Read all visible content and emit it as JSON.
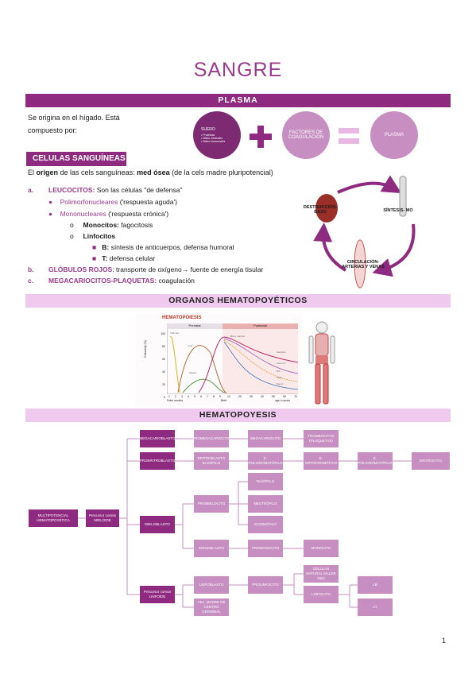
{
  "title": "SANGRE",
  "plasma": {
    "band": "PLASMA",
    "intro_line1": "Se origina en el hígado. Está",
    "intro_line2": "compuesto por:",
    "suero": {
      "title": "SUERO",
      "items": [
        "Proteínas",
        "Sales minerales",
        "Sales hormonales"
      ]
    },
    "factores": "FACTORES DE COAGULACIÓN",
    "result": "PLASMA"
  },
  "celulas": {
    "label": "CELULAS SANGUÍNEAS",
    "origin_a": "El ",
    "origin_b": "origen",
    "origin_c": " de las cels sanguíneas: ",
    "origin_d": "med ósea",
    "origin_e": " (de la cels madre pluripotencial)",
    "a_mark": "a.",
    "a_label": "LEUCOCITOS:",
    "a_text": " Son las células \"de defensa\"",
    "poli_label": "Polimorfonucleares",
    "poli_text": " ('respuesta aguda')",
    "mono_label": "Mononucleares",
    "mono_text": " ('respuesta crónica')",
    "monocitos_label": "Monocitos:",
    "monocitos_text": " fagocitosis",
    "linfocitos_label": "Linfocitos",
    "b_cell_label": "B:",
    "b_cell_text": " síntesis de anticuerpos, defensa humoral",
    "t_cell_label": "T:",
    "t_cell_text": " defensa celular",
    "b_mark": "b.",
    "b_label": "GLÓBULOS ROJOS",
    "b_text": ": transporte de oxígeno→ fuente de energía tisular",
    "c_mark": "c.",
    "c_label": "MEGACARIOCITOS-PLAQUETAS:",
    "c_text": " coagulación"
  },
  "cycle": {
    "destruccion": "DESTRUCCIÓN- BAZO",
    "sintesis": "SÍNTESIS- MO",
    "circulacion": "CIRCULACIÓN- ARTERIAS Y VENAS"
  },
  "organos_band": "ORGANOS HEMATOPOYÉTICOS",
  "hemato_figure": {
    "title": "HEMATOPOIESIS",
    "prenatal": "Prenatal",
    "postnatal": "Postnatal",
    "ylabel": "Cellularity (%)",
    "xlabel_left": "Fetal months",
    "xlabel_mid": "Birth",
    "xlabel_right": "age in years",
    "y_ticks": [
      "100",
      "80",
      "60",
      "40",
      "20",
      "0"
    ],
    "curve_labels": [
      "Yolk sac",
      "Liver",
      "Spleen",
      "Bone marrow",
      "Vertebra",
      "Sternum",
      "Rib",
      "Tibia",
      "Femur"
    ],
    "prenatal_ticks": [
      "1",
      "2",
      "3",
      "4",
      "5",
      "6",
      "7",
      "8",
      "9"
    ],
    "postnatal_ticks": [
      "10",
      "20",
      "30",
      "40",
      "50",
      "60",
      "70"
    ]
  },
  "hematopoyesis_band": "HEMATOPOYESIS",
  "tree": {
    "root": "MULTIPOTENCIAL HEMATOPOYÉTICA",
    "progenitor_mieloide": "Precursor común MIELOIDE",
    "precursor_linfoide": "Precursor común LINFOIDE",
    "megacarioblasto": "MEGACARIOBLASTO",
    "promegacariocito": "PROMEGACARIOCITO",
    "megacariocito": "MEGACARIOCITO",
    "trombocitos": "TROMBOCITOS (PLAQUETAS)",
    "proeritroblasto": "PROERITROBLASTO",
    "eritroblasto_basofilo": "ERITROBLASTO BASÓFILO",
    "e_policromatofilo": "E. POLICROMATÓFILO",
    "e_ortocromatico": "E. ORTOCROMÁTICO",
    "e_policromatofilo2": "E. POLICROMATÓFILO",
    "eritrocito": "ERITROCITO",
    "mieloblasto": "MIELOBLASTO",
    "promielocito": "PROMIELOCITO",
    "basofilo": "BASÓFILO",
    "neutrofilo": "NEUTRÓFILO",
    "eosinofilo": "EOSINÓFILO",
    "monoblasto": "MONOBLASTO",
    "promonocito": "PROMONOCITO",
    "monocito": "MONOCITO",
    "linfoblasto": "LINFOBLASTO",
    "prolinfocito": "PROLINFOCITO",
    "celulas_nk": "CÉLULAS NATURAL KILLER (NK)",
    "linfocito": "LINFOCITO",
    "lb": "LB",
    "lt": "LT",
    "cel_madre": "CEL. MADRE DE CENTRO GERMINAL"
  },
  "page_number": "1",
  "colors": {
    "accent": "#8e2a7f",
    "light": "#f0c9ee",
    "node": "#c78ec2"
  }
}
